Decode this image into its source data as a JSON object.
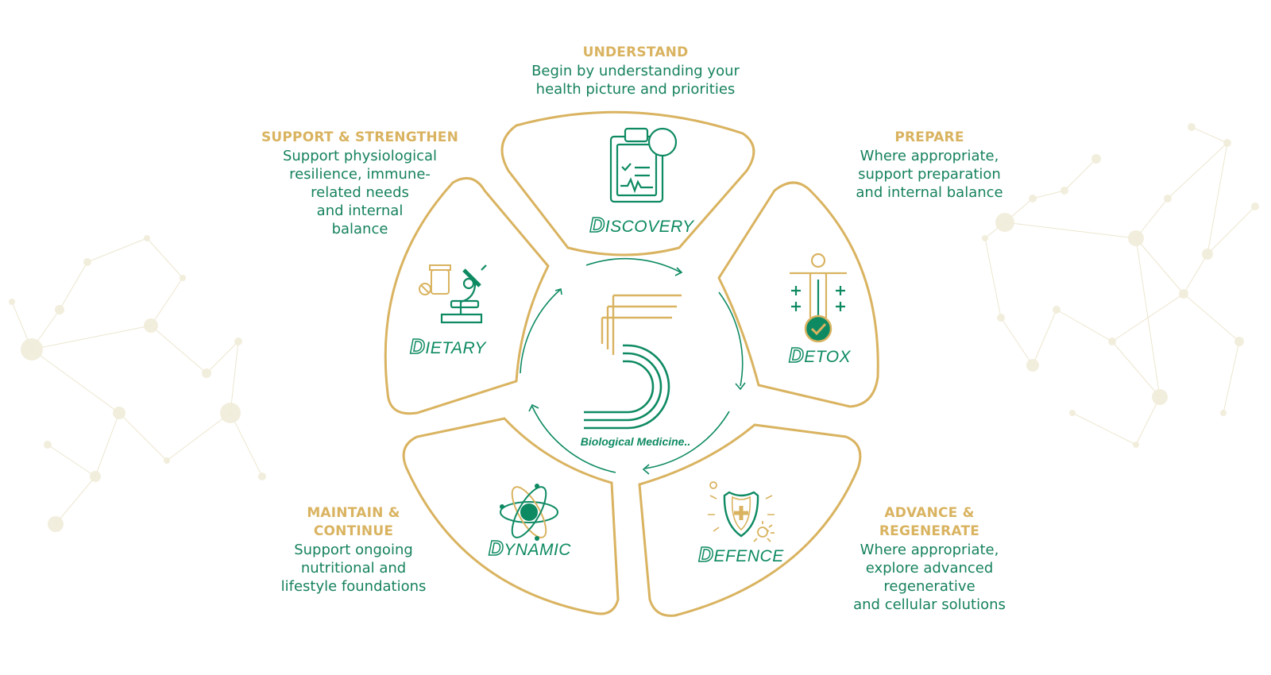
{
  "colors": {
    "gold": "#d9b360",
    "green": "#0e8a63",
    "text_green": "#16825c"
  },
  "center": {
    "tagline": "Biological Medicine.."
  },
  "segments": [
    {
      "key": "discovery",
      "initial": "D",
      "rest": "ISCOVERY",
      "icon": "clipboard-chart-icon",
      "caption_title": "UNDERSTAND",
      "caption_text": "Begin by understanding your\nhealth picture and priorities"
    },
    {
      "key": "detox",
      "initial": "D",
      "rest": "ETOX",
      "icon": "body-thermometer-icon",
      "caption_title": "PREPARE",
      "caption_text": "Where appropriate,\nsupport preparation\nand internal balance"
    },
    {
      "key": "defence",
      "initial": "D",
      "rest": "EFENCE",
      "icon": "shield-icon",
      "caption_title": "ADVANCE &\nREGENERATE",
      "caption_text": "Where appropriate,\nexplore advanced\nregenerative\nand cellular solutions"
    },
    {
      "key": "dynamic",
      "initial": "D",
      "rest": "YNAMIC",
      "icon": "atom-icon",
      "caption_title": "MAINTAIN &\nCONTINUE",
      "caption_text": "Support ongoing\nnutritional and\nlifestyle foundations"
    },
    {
      "key": "dietary",
      "initial": "D",
      "rest": "IETARY",
      "icon": "microscope-supplements-icon",
      "caption_title": "SUPPORT & STRENGTHEN",
      "caption_text": "Support physiological\nresilience, immune-\nrelated needs\nand internal\nbalance"
    }
  ]
}
